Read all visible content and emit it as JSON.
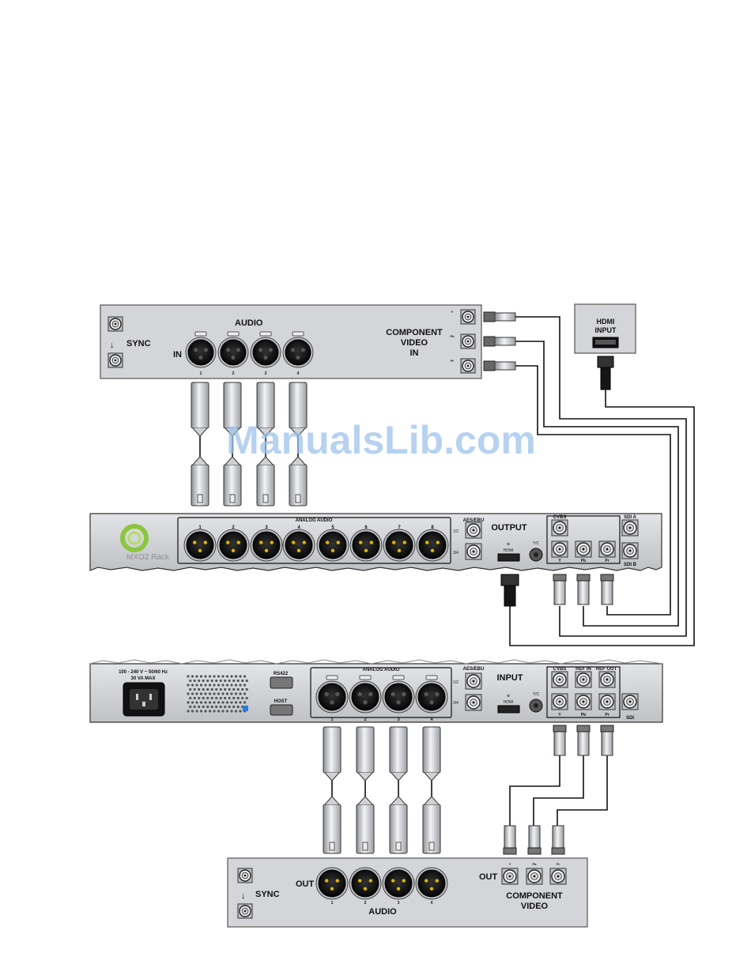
{
  "watermark": "ManualsLib.com",
  "top_device": {
    "sync_label": "SYNC",
    "audio_label": "AUDIO",
    "in_label": "IN",
    "channel_numbers": [
      "1",
      "2",
      "3",
      "4"
    ],
    "component_label_line1": "COMPONENT",
    "component_label_line2": "VIDEO",
    "component_label_line3": "IN",
    "component_ports": [
      "Y",
      "Pb",
      "Pr"
    ]
  },
  "hdmi_device": {
    "label_line1": "HDMI",
    "label_line2": "INPUT"
  },
  "output_rack": {
    "logo_text": "MXO2 Rack",
    "analog_audio_label": "ANALOG AUDIO",
    "channel_numbers": [
      "1",
      "2",
      "3",
      "4",
      "5",
      "6",
      "7",
      "8"
    ],
    "aes_label": "AES/EBU",
    "aes_ports": [
      "1/2",
      "3/4"
    ],
    "section_label": "OUTPUT",
    "hdmi_label": "HDMI",
    "yc_label": "Y/C",
    "cvbs_label": "CVBS",
    "component_ports": [
      "Y",
      "Pb",
      "Pr"
    ],
    "sdi_a_label": "SDI A",
    "sdi_b_label": "SDI B"
  },
  "input_rack": {
    "power_line1": "100 - 240 V ~ 50/60 Hz",
    "power_line2": "30 VA MAX",
    "rs422_label": "RS422",
    "host_label": "HOST",
    "analog_audio_label": "ANALOG AUDIO",
    "channel_numbers": [
      "1",
      "2",
      "3",
      "4"
    ],
    "aes_label": "AES/EBU",
    "aes_ports": [
      "1/2",
      "3/4"
    ],
    "section_label": "INPUT",
    "hdmi_label": "HDMI",
    "yc_label": "Y/C",
    "cvbs_label": "CVBS",
    "ref_in_label": "REF IN",
    "ref_out_label": "REF OUT",
    "component_ports": [
      "Y",
      "Pb",
      "Pr"
    ],
    "sdi_label": "SDI"
  },
  "bottom_device": {
    "out_label": "OUT",
    "channel_numbers": [
      "1",
      "2",
      "3",
      "4"
    ],
    "audio_label": "AUDIO",
    "sync_label": "SYNC",
    "component_out_label": "OUT",
    "component_ports": [
      "Y",
      "Pb",
      "Pr"
    ],
    "component_label_line1": "COMPONENT",
    "component_label_line2": "VIDEO"
  },
  "colors": {
    "panel": "#d4d5d8",
    "rack": "#cdced2",
    "cable": "#111111",
    "logo_ring": "#8cc63f",
    "watermark": "#9ec4ec",
    "hdmi_port": "#c03030"
  }
}
